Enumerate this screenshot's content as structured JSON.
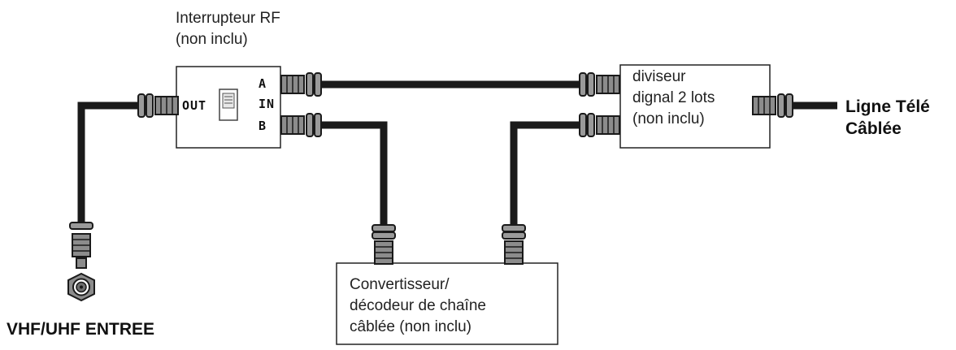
{
  "rf_switch": {
    "title_line1": "Interrupteur RF",
    "title_line2": "(non inclu)",
    "port_out": "OUT",
    "port_a": "A",
    "port_in": "IN",
    "port_b": "B"
  },
  "splitter": {
    "line1": "diviseur",
    "line2": "dignal 2 lots",
    "line3": "(non inclu)"
  },
  "converter": {
    "line1": "Convertisseur/",
    "line2": "décodeur de chaîne",
    "line3": "câblée (non inclu)"
  },
  "cable_line": {
    "line1": "Ligne Télé",
    "line2": "Câblée"
  },
  "antenna_input": {
    "label": "VHF/UHF ENTREE"
  },
  "colors": {
    "cable": "#1a1a1a",
    "connector_fill": "#8c8c8c",
    "box_stroke": "#222222"
  }
}
